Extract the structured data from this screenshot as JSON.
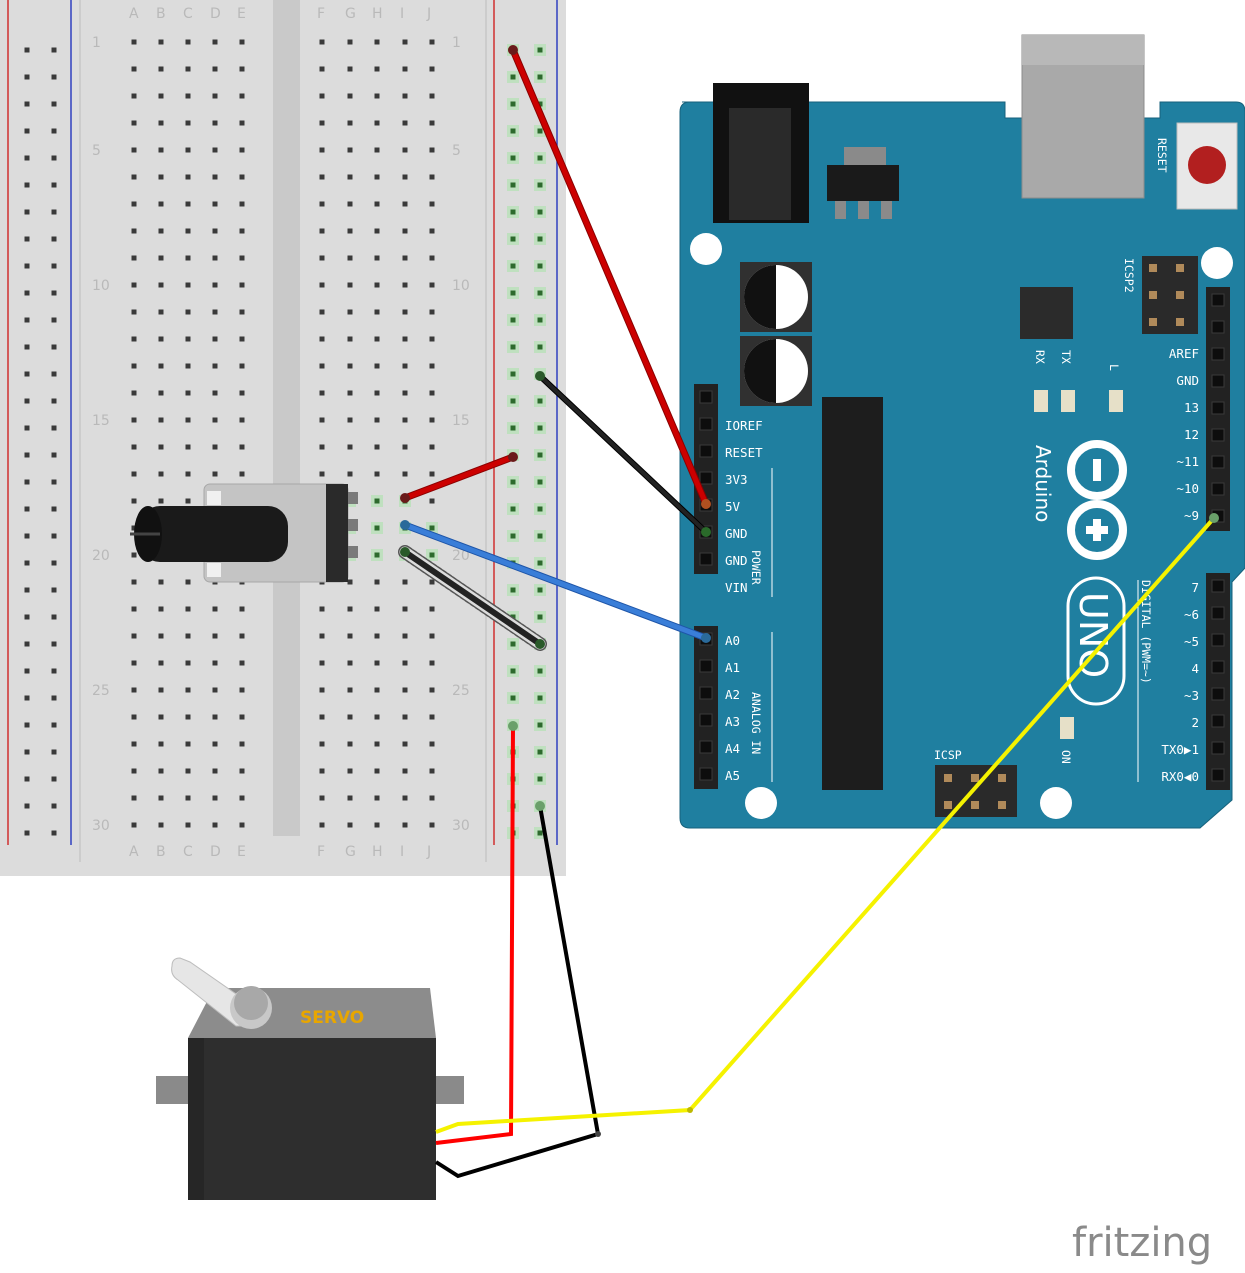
{
  "breadboard": {
    "columns_left": [
      "A",
      "B",
      "C",
      "D",
      "E"
    ],
    "columns_right": [
      "F",
      "G",
      "H",
      "I",
      "J"
    ],
    "row_numbers": [
      "1",
      "5",
      "10",
      "15",
      "20",
      "25",
      "30"
    ]
  },
  "arduino": {
    "brand": "Arduino",
    "model": "UNO",
    "reset_label": "RESET",
    "icsp2_label": "ICSP2",
    "icsp_label": "ICSP",
    "led_labels": [
      "RX",
      "TX",
      "L"
    ],
    "on_label": "ON",
    "power_pins": [
      "IOREF",
      "RESET",
      "3V3",
      "5V",
      "GND",
      "GND",
      "VIN"
    ],
    "power_group_label": "POWER",
    "analog_pins": [
      "A0",
      "A1",
      "A2",
      "A3",
      "A4",
      "A5"
    ],
    "analog_group_label": "ANALOG IN",
    "digital_top_pins": [
      "AREF",
      "GND",
      "13",
      "12",
      "~11",
      "~10",
      "~9"
    ],
    "digital_bottom_pins": [
      "7",
      "~6",
      "~5",
      "4",
      "~3",
      "2",
      "TX0▶1",
      "RX0◀0"
    ],
    "digital_group_label": "DIGITAL (PWM=~)"
  },
  "servo": {
    "label": "SERVO"
  },
  "watermark": "fritzing",
  "colors": {
    "board_blue": "#1f7fa0",
    "wire_red": "#cc0000",
    "wire_black": "#1a1a1a",
    "wire_blue": "#3a7ed8",
    "wire_yellow": "#f5f200",
    "servo_red": "#ff0000",
    "breadboard": "#dcdcdc"
  }
}
